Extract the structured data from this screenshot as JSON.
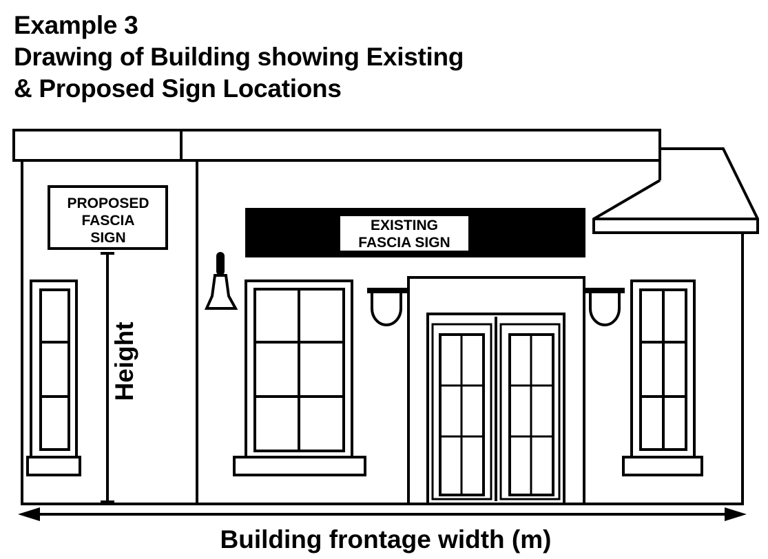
{
  "title": {
    "line1": "Example 3",
    "line2": "Drawing of Building showing Existing",
    "line3": "& Proposed Sign Locations"
  },
  "signs": {
    "proposed": [
      "PROPOSED",
      "FASCIA",
      "SIGN"
    ],
    "existing": [
      "EXISTING",
      "FASCIA SIGN"
    ]
  },
  "dimensions": {
    "height_label": "Height",
    "width_label": "Building frontage width (m)"
  }
}
